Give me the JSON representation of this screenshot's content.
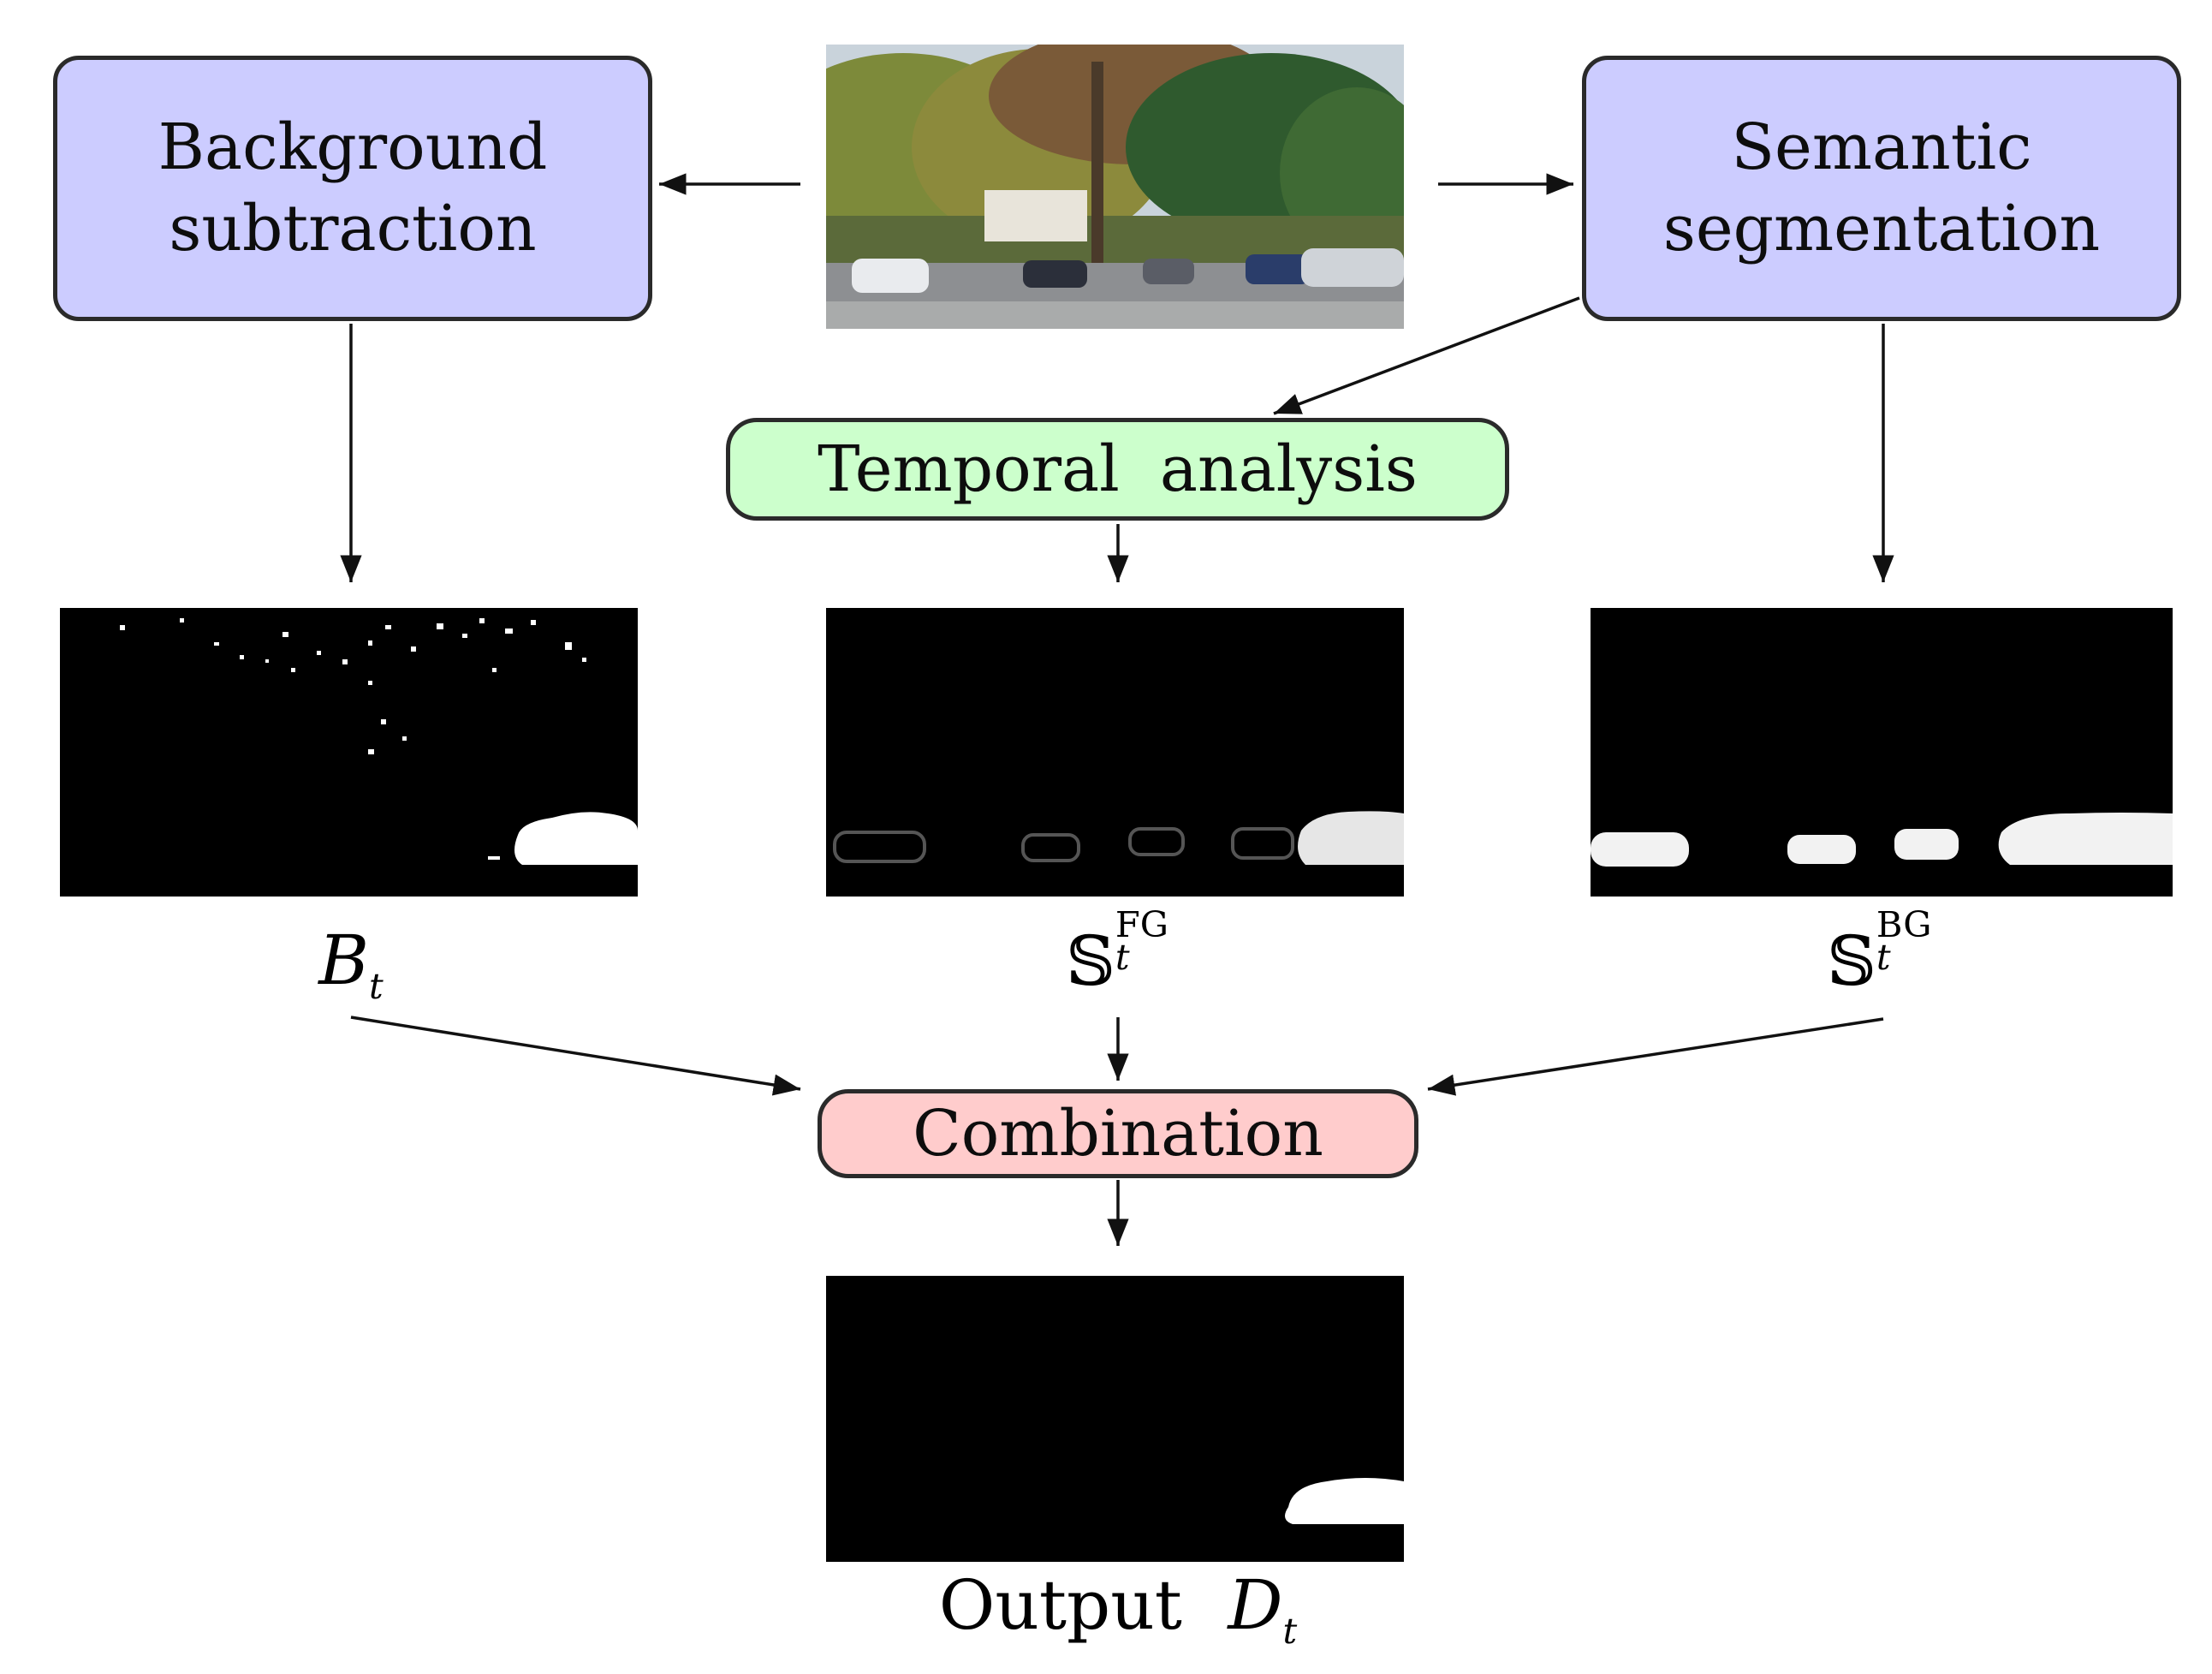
{
  "nodes": {
    "background_subtraction": {
      "line1": "Background",
      "line2": "subtraction"
    },
    "semantic_segmentation": {
      "line1": "Semantic",
      "line2": "segmentation"
    },
    "temporal_analysis": {
      "label": "Temporal  analysis"
    },
    "combination": {
      "label": "Combination"
    }
  },
  "outputs": {
    "b_t": {
      "symbol": "B",
      "subscript": "t"
    },
    "s_fg": {
      "symbol": "𝕊",
      "subscript": "t",
      "superscript": "FG"
    },
    "s_bg": {
      "symbol": "𝕊",
      "subscript": "t",
      "superscript": "BG"
    },
    "d_t": {
      "prefix": "Output",
      "symbol": "D",
      "subscript": "t"
    }
  },
  "colors": {
    "process_box": "#ccccff",
    "temporal_box": "#ccffcc",
    "combination_box": "#ffcccc",
    "arrows": "#111111",
    "mask_background": "#000000"
  }
}
